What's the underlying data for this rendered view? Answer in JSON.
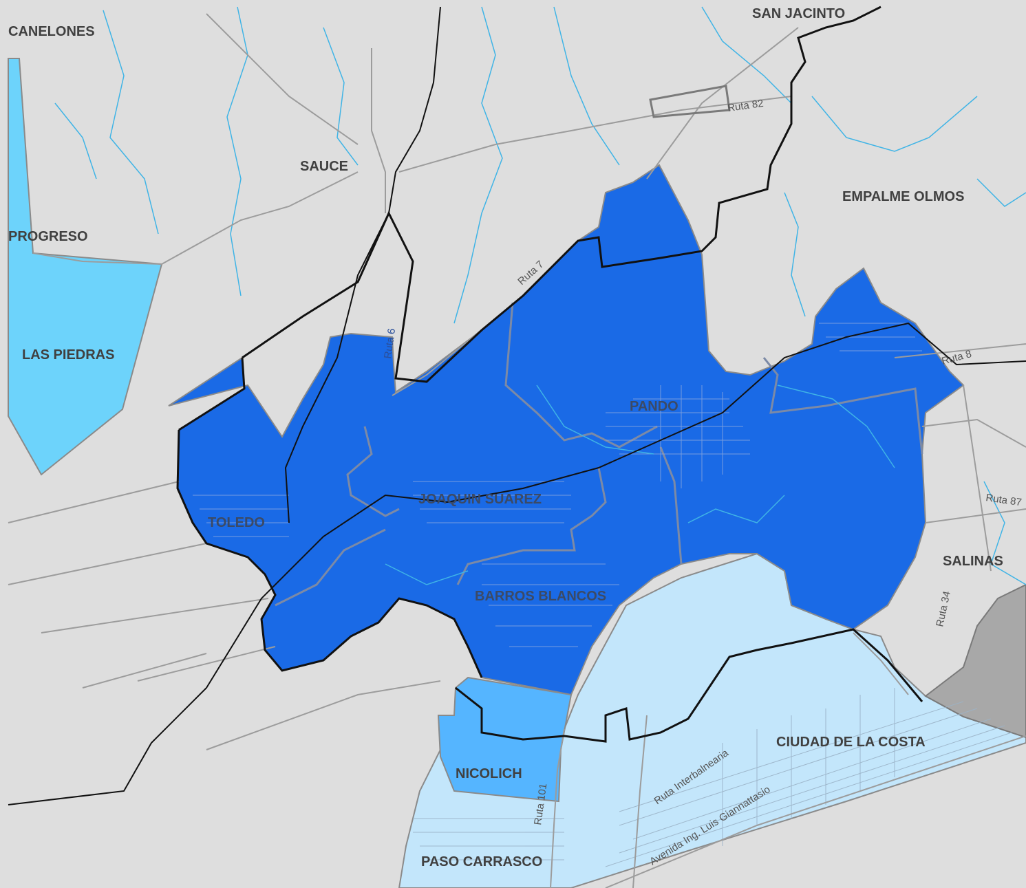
{
  "map": {
    "colors": {
      "background": "#dedede",
      "main_region": "#1a6ae6",
      "mid_blue": "#55b5ff",
      "cyan": "#6dd3fb",
      "pale_blue": "#c3e6fb",
      "urban_gray": "#a8a8a8",
      "boundary": "#111111",
      "rivers": "#3fb4e6",
      "roads": "#9c9c9c"
    },
    "places": [
      {
        "id": "canelones",
        "label": "CANELONES"
      },
      {
        "id": "san-jacinto",
        "label": "SAN JACINTO"
      },
      {
        "id": "sauce",
        "label": "SAUCE"
      },
      {
        "id": "empalme-olmos",
        "label": "EMPALME OLMOS"
      },
      {
        "id": "progreso",
        "label": "PROGRESO"
      },
      {
        "id": "las-piedras",
        "label": "LAS PIEDRAS"
      },
      {
        "id": "pando",
        "label": "PANDO"
      },
      {
        "id": "joaquin-suarez",
        "label": "JOAQUIN SUAREZ"
      },
      {
        "id": "toledo",
        "label": "TOLEDO"
      },
      {
        "id": "barros-blancos",
        "label": "BARROS BLANCOS"
      },
      {
        "id": "salinas",
        "label": "SALINAS"
      },
      {
        "id": "ciudad-de-la-costa",
        "label": "CIUDAD DE LA COSTA"
      },
      {
        "id": "nicolich",
        "label": "NICOLICH"
      },
      {
        "id": "paso-carrasco",
        "label": "PASO CARRASCO"
      }
    ],
    "roads": [
      {
        "id": "ruta-82",
        "label": "Ruta 82"
      },
      {
        "id": "ruta-7",
        "label": "Ruta 7"
      },
      {
        "id": "ruta-6",
        "label": "Ruta 6"
      },
      {
        "id": "ruta-8",
        "label": "Ruta 8"
      },
      {
        "id": "ruta-87",
        "label": "Ruta 87"
      },
      {
        "id": "ruta-34",
        "label": "Ruta 34"
      },
      {
        "id": "ruta-101",
        "label": "Ruta 101"
      },
      {
        "id": "ruta-interbalnearia",
        "label": "Ruta Interbalnearia"
      },
      {
        "id": "avenida-giannattasio",
        "label": "Avenida Ing. Luis Giannattasio"
      }
    ]
  }
}
